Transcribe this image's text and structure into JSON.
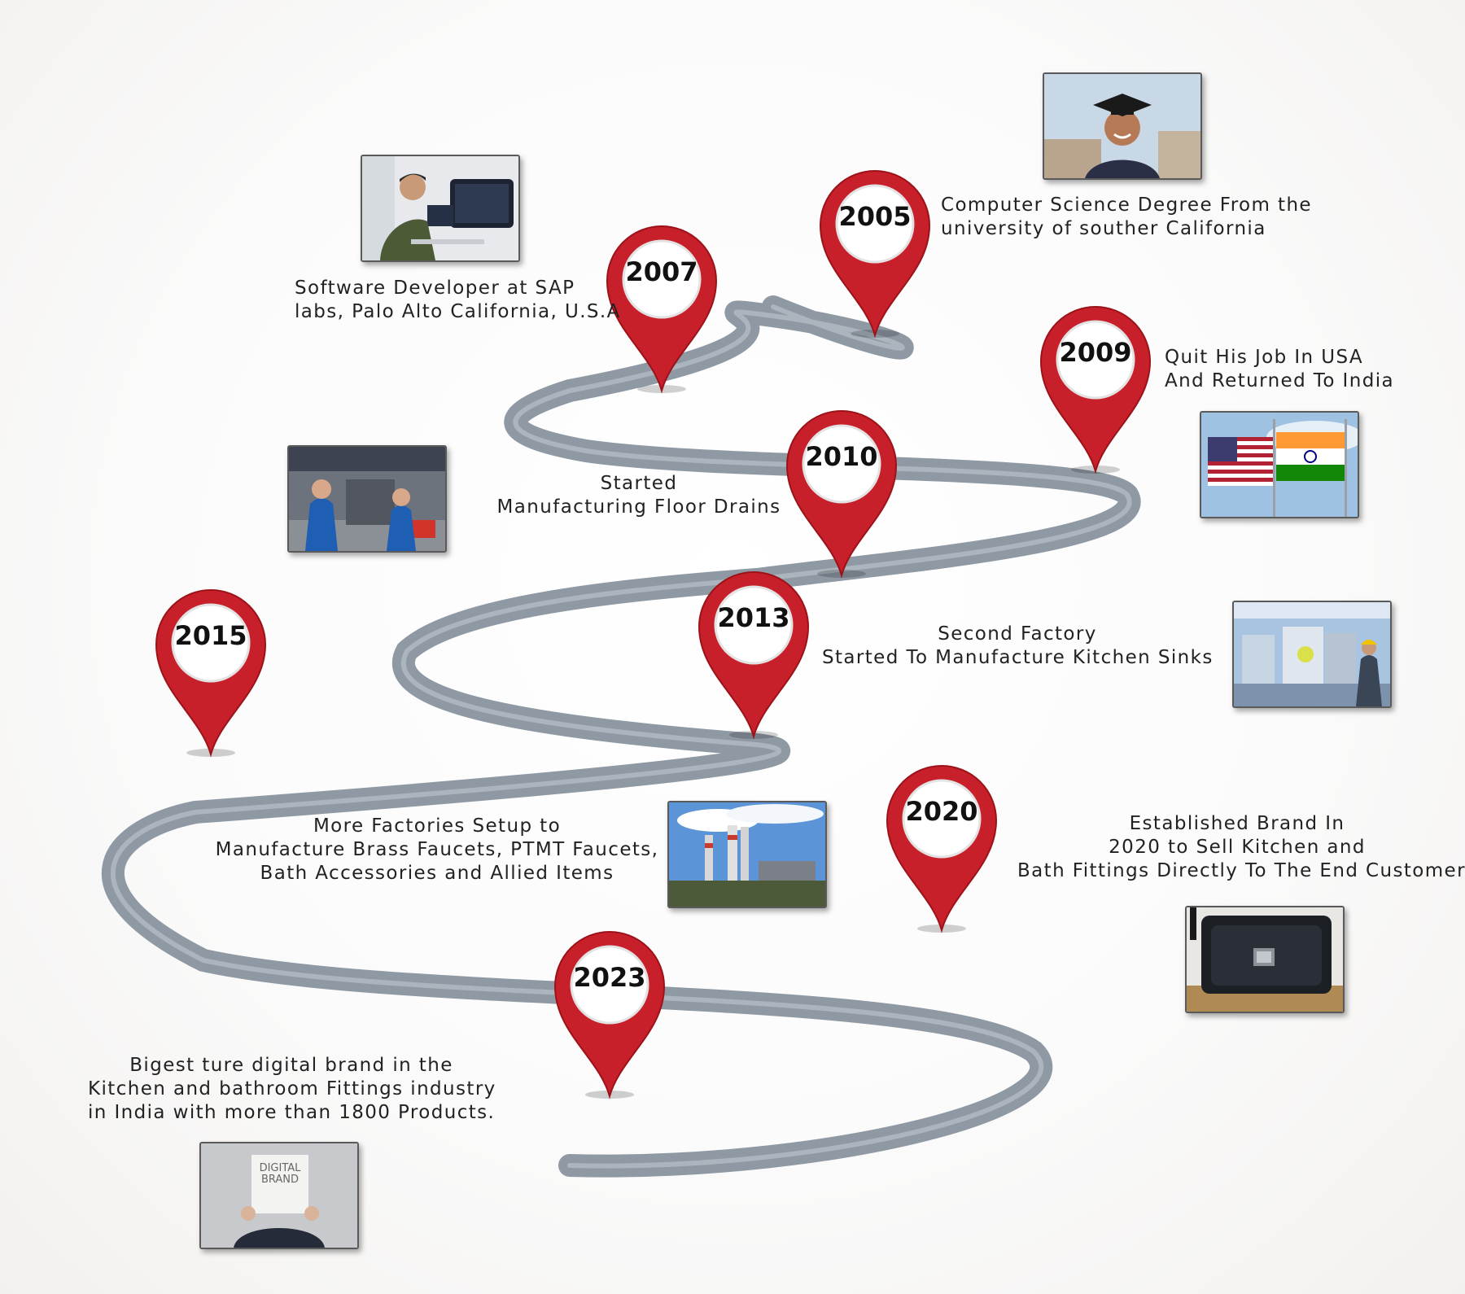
{
  "milestones": [
    {
      "year": "2005",
      "lines": [
        "Computer Science Degree From the",
        "university of souther California"
      ],
      "photo_icon": "graduate-photo"
    },
    {
      "year": "2007",
      "lines": [
        "Software Developer at SAP",
        "labs, Palo Alto California, U.S.A"
      ],
      "photo_icon": "developer-photo"
    },
    {
      "year": "2009",
      "lines": [
        "Quit His Job In USA",
        "And Returned To India"
      ],
      "photo_icon": "flags-photo"
    },
    {
      "year": "2010",
      "lines": [
        "Started",
        "Manufacturing Floor Drains"
      ],
      "photo_icon": "factory-workers-photo"
    },
    {
      "year": "2013",
      "lines": [
        "Second Factory",
        "Started To Manufacture Kitchen Sinks"
      ],
      "photo_icon": "factory-floor-photo"
    },
    {
      "year": "2015",
      "lines": [
        "More Factories Setup to",
        "Manufacture Brass Faucets, PTMT Faucets,",
        "Bath Accessories and Allied Items"
      ],
      "photo_icon": "industrial-plant-photo"
    },
    {
      "year": "2020",
      "lines": [
        "Established Brand In",
        "2020 to Sell Kitchen and",
        "Bath Fittings Directly To The End Customers"
      ],
      "photo_icon": "kitchen-sink-photo"
    },
    {
      "year": "2023",
      "lines": [
        "Bigest ture digital brand in the",
        "Kitchen and bathroom Fittings industry",
        "in India with more than 1800 Products."
      ],
      "photo_icon": "digital-brand-photo"
    }
  ],
  "photo_text": {
    "digital_brand": [
      "DIGITAL",
      "BRAND"
    ]
  },
  "colors": {
    "pin": "#c8202a",
    "pin_dark": "#9c1219",
    "road": "#8e99a3",
    "text": "#222222"
  }
}
